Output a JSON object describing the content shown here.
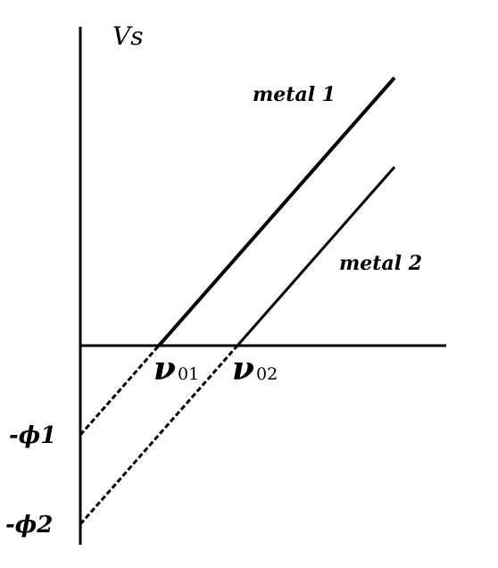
{
  "chart_data": {
    "type": "line",
    "title": "",
    "xlabel": "",
    "ylabel": "Vs",
    "xlim": [
      0,
      5
    ],
    "ylim": [
      -2.4,
      3.4
    ],
    "grid": false,
    "series": [
      {
        "name": "metal 1",
        "threshold_label": "ν",
        "threshold_subscript": "01",
        "intercept_label": "-ϕ1",
        "x0": 1.0,
        "intercept": -1.0,
        "slope": 1.0,
        "x_end": 4.0
      },
      {
        "name": "metal 2",
        "threshold_label": "ν",
        "threshold_subscript": "02",
        "intercept_label": "-ϕ2",
        "x0": 2.0,
        "intercept": -2.0,
        "slope": 1.0,
        "x_end": 4.0
      }
    ]
  }
}
